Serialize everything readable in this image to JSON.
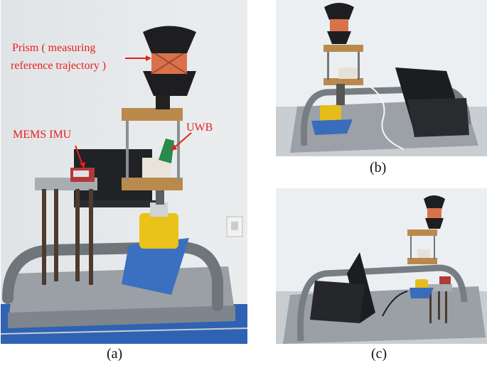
{
  "figure": {
    "captions": {
      "a": "(a)",
      "b": "(b)",
      "c": "(c)"
    },
    "annotations": {
      "prism_line1": "Prism ( measuring",
      "prism_line2": "reference trajectory )",
      "mems_imu": "MEMS IMU",
      "uwb": "UWB"
    }
  },
  "colors": {
    "annotation_red": "#e8201a",
    "wall": "#e9ecef",
    "cart_gray": "#8c9196",
    "tripod_yellow": "#e9c21a",
    "wood": "#b98a4c",
    "prism_black": "#1e1e20",
    "prism_orange": "#d9724a"
  }
}
